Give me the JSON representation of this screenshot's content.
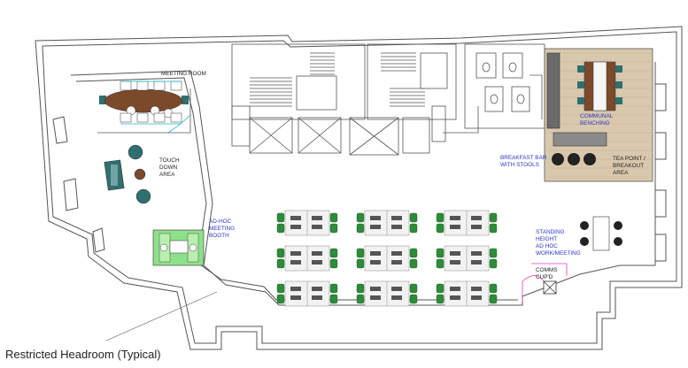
{
  "labels": {
    "meeting_room": [
      "MEETING ROOM"
    ],
    "touch_down": [
      "TOUCH",
      "DOWN",
      "AREA"
    ],
    "ad_hoc_booth": [
      "AD-HOC",
      "MEETING",
      "BOOTH"
    ],
    "communal_benching": [
      "COMMUNAL",
      "BENCHING"
    ],
    "breakfast_bar": [
      "BREAKFAST BAR",
      "WITH STOOLS"
    ],
    "tea_point": [
      "TEA POINT /",
      "BREAKOUT",
      "AREA"
    ],
    "standing_height": [
      "STANDING",
      "HEIGHT",
      "AD HOC",
      "WORK/MEETING"
    ],
    "comms_cupd": [
      "COMMS",
      "CUP'D"
    ]
  },
  "caption": "Restricted Headroom (Typical)",
  "colors": {
    "wall": "#555555",
    "label_blue": "#2a36c9",
    "chair_green": "#2e8b3a",
    "booth_green": "#8fe08a",
    "table_wood": "#7a4a2a",
    "floor_wood": "#d9c8ad",
    "teal": "#2f6f6f",
    "door_cyan": "#19b6c9",
    "door_magenta": "#e040c0"
  },
  "icons": [
    "desk-cluster-icon",
    "meeting-table-icon",
    "stool-icon",
    "wc-icon",
    "lift-icon",
    "stair-icon"
  ]
}
